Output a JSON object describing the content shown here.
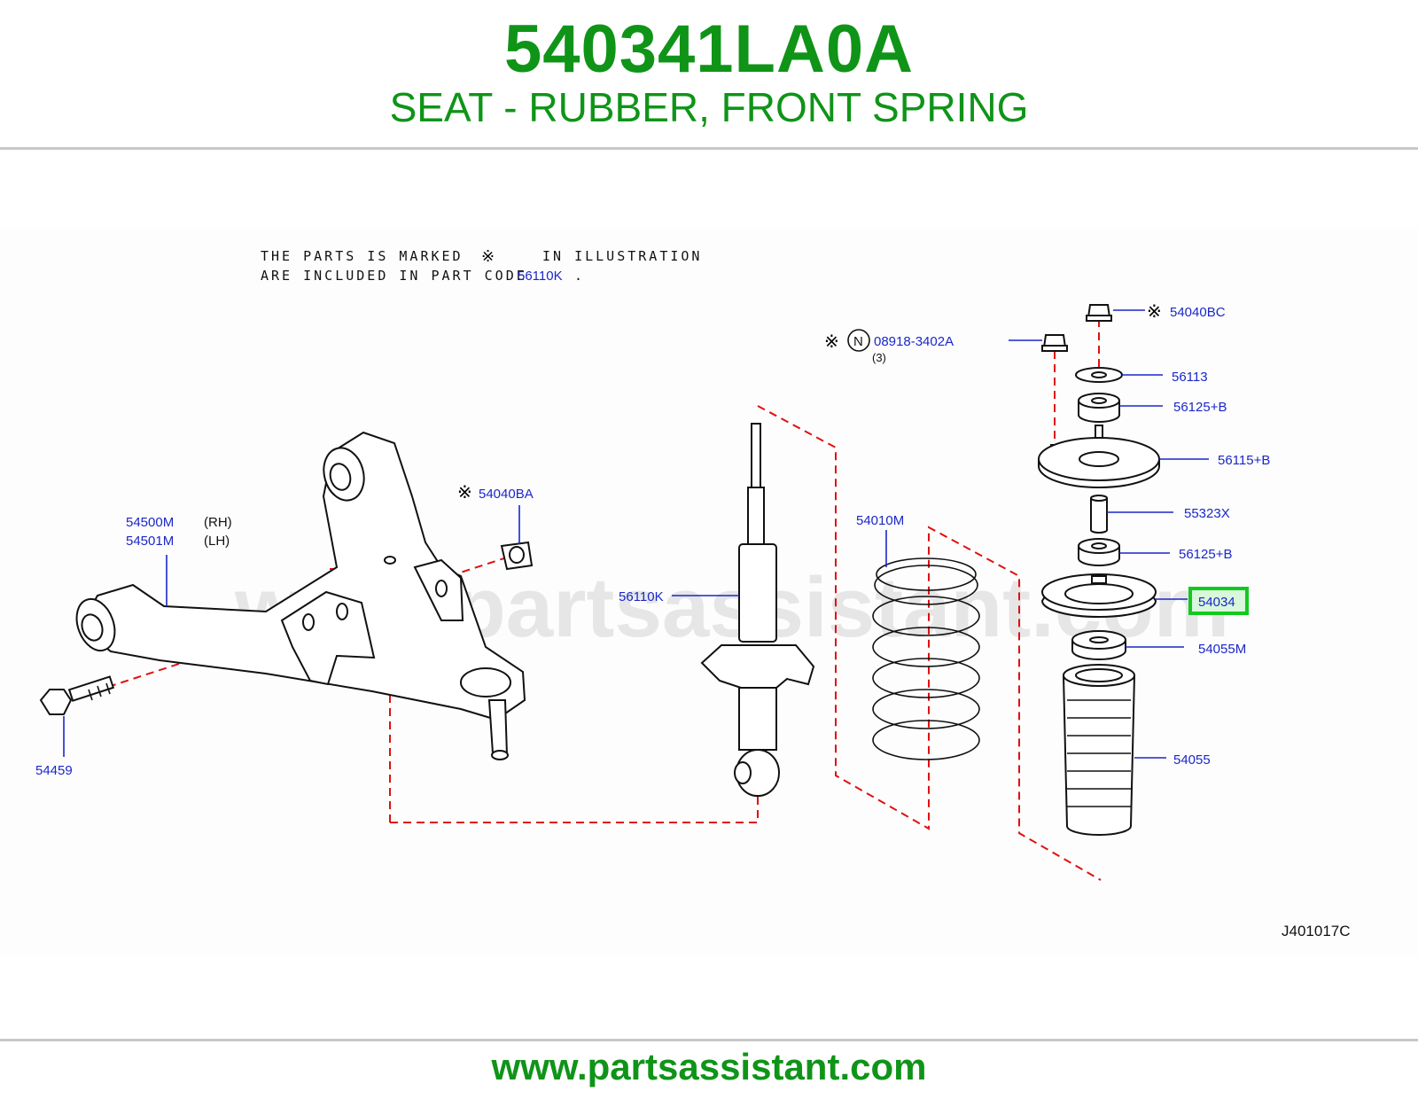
{
  "header": {
    "part_number": "540341LA0A",
    "description": "SEAT - RUBBER, FRONT SPRING"
  },
  "note": {
    "line1_a": "THE PARTS IS MARKED",
    "line1_b": "IN ILLUSTRATION",
    "line2_a": "ARE INCLUDED IN PART CODE",
    "line2_code": "56110K",
    "line2_end": "."
  },
  "callouts": [
    {
      "id": "c-54040BC",
      "label": "54040BC",
      "marked": true
    },
    {
      "id": "c-08918",
      "label": "08918-3402A",
      "marked": true,
      "qty": "(3)",
      "badge": "N"
    },
    {
      "id": "c-56113",
      "label": "56113"
    },
    {
      "id": "c-56125-top",
      "label": "56125+B"
    },
    {
      "id": "c-56115",
      "label": "56115+B"
    },
    {
      "id": "c-55323X",
      "label": "55323X"
    },
    {
      "id": "c-56125-bot",
      "label": "56125+B"
    },
    {
      "id": "c-54034",
      "label": "54034",
      "highlighted": true
    },
    {
      "id": "c-54055M",
      "label": "54055M"
    },
    {
      "id": "c-54055",
      "label": "54055"
    },
    {
      "id": "c-54010M",
      "label": "54010M"
    },
    {
      "id": "c-56110K",
      "label": "56110K"
    },
    {
      "id": "c-54040BA",
      "label": "54040BA",
      "marked": true
    },
    {
      "id": "c-54500M",
      "label": "54500M",
      "side": "(RH)"
    },
    {
      "id": "c-54501M",
      "label": "54501M",
      "side": "(LH)"
    },
    {
      "id": "c-54459",
      "label": "54459"
    }
  ],
  "mark_symbol": "※",
  "illustration_code": "J401017C",
  "watermark": "www.partsassistant.com",
  "footer": {
    "url": "www.partsassistant.com"
  },
  "colors": {
    "brand_green": "#0f9418",
    "callout_blue": "#1a27c9",
    "explode_line_red": "#e01010",
    "highlight_box": "#12c91f"
  }
}
